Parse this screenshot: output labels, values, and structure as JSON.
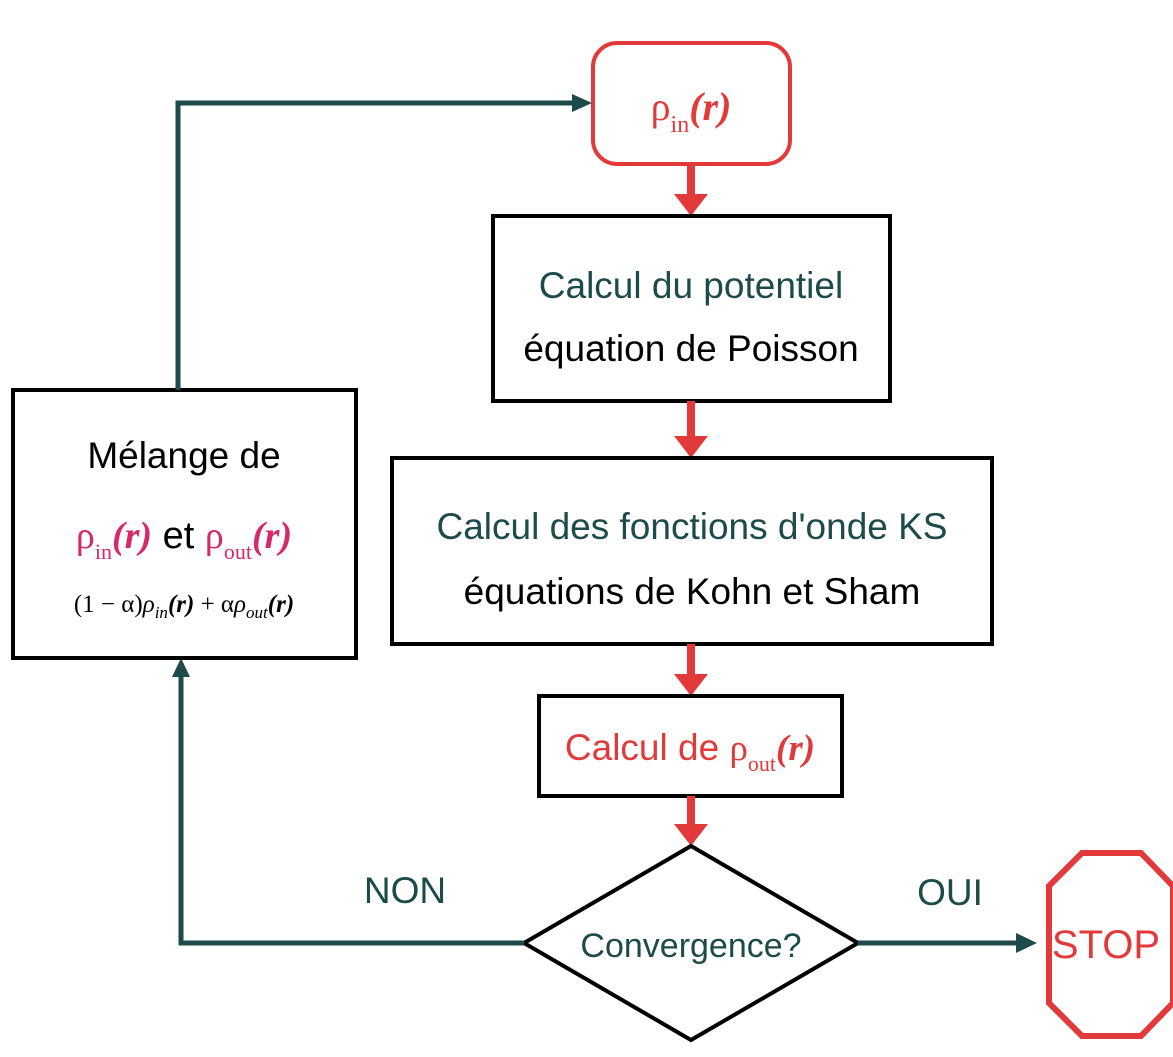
{
  "colors": {
    "dark": "#1d4a4a",
    "red": "#e23a3a",
    "magenta": "#d6286a",
    "black": "#000000"
  },
  "start": {
    "rho": "ρ",
    "sub": "in",
    "arg": "(r)"
  },
  "step_potential": {
    "line1": "Calcul du potentiel",
    "line2": "équation de Poisson"
  },
  "step_ks": {
    "line1": "Calcul des fonctions d'onde KS",
    "line2": "équations de Kohn et Sham"
  },
  "step_density": {
    "prefix": "Calcul de ",
    "rho": "ρ",
    "sub": "out",
    "arg": "(r)"
  },
  "decision": {
    "label": "Convergence?",
    "no": "NON",
    "yes": "OUI"
  },
  "stop": {
    "label": "STOP"
  },
  "mixing": {
    "title": "Mélange de",
    "rho": "ρ",
    "sub_in": "in",
    "sub_out": "out",
    "arg": "(r)",
    "conj": " et ",
    "f_pre": "(1 − α)",
    "f_rho": "ρ",
    "f_sub_in": "in",
    "f_arg": "(r)",
    "f_plus": " + α",
    "f_sub_out": "out"
  }
}
